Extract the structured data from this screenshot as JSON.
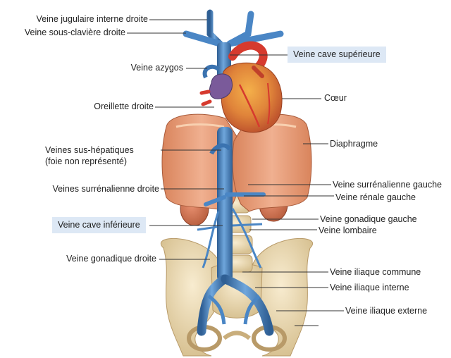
{
  "labels": {
    "jugulaire": "Veine jugulaire interne droite",
    "sous_claviere": "Veine sous-clavière droite",
    "azygos": "Veine azygos",
    "oreillette": "Oreillette droite",
    "sus_hepatiques_1": "Veines sus-hépatiques",
    "sus_hepatiques_2": "(foie non représenté)",
    "surrenalienne_droite": "Veines surrénalienne droite",
    "cave_inferieure": "Veine cave inférieure",
    "gonadique_droite": "Veine gonadique droite",
    "cave_superieure": "Veine cave supérieure",
    "coeur": "Cœur",
    "diaphragme": "Diaphragme",
    "surrenalienne_gauche": "Veine surrénalienne gauche",
    "renale_gauche": "Veine rénale gauche",
    "gonadique_gauche": "Veine gonadique gauche",
    "lombaire": "Veine lombaire",
    "iliaque_commune": "Veine iliaque commune",
    "iliaque_interne": "Veine iliaque interne",
    "iliaque_externe": "Veine iliaque externe"
  },
  "colors": {
    "vein": "#4a86c5",
    "vein_dark": "#2f5f94",
    "heart": "#e07a4a",
    "artery": "#d63a2e",
    "muscle": "#e8a07a",
    "bone": "#ecdcb8",
    "highlight": "#dde8f5"
  }
}
